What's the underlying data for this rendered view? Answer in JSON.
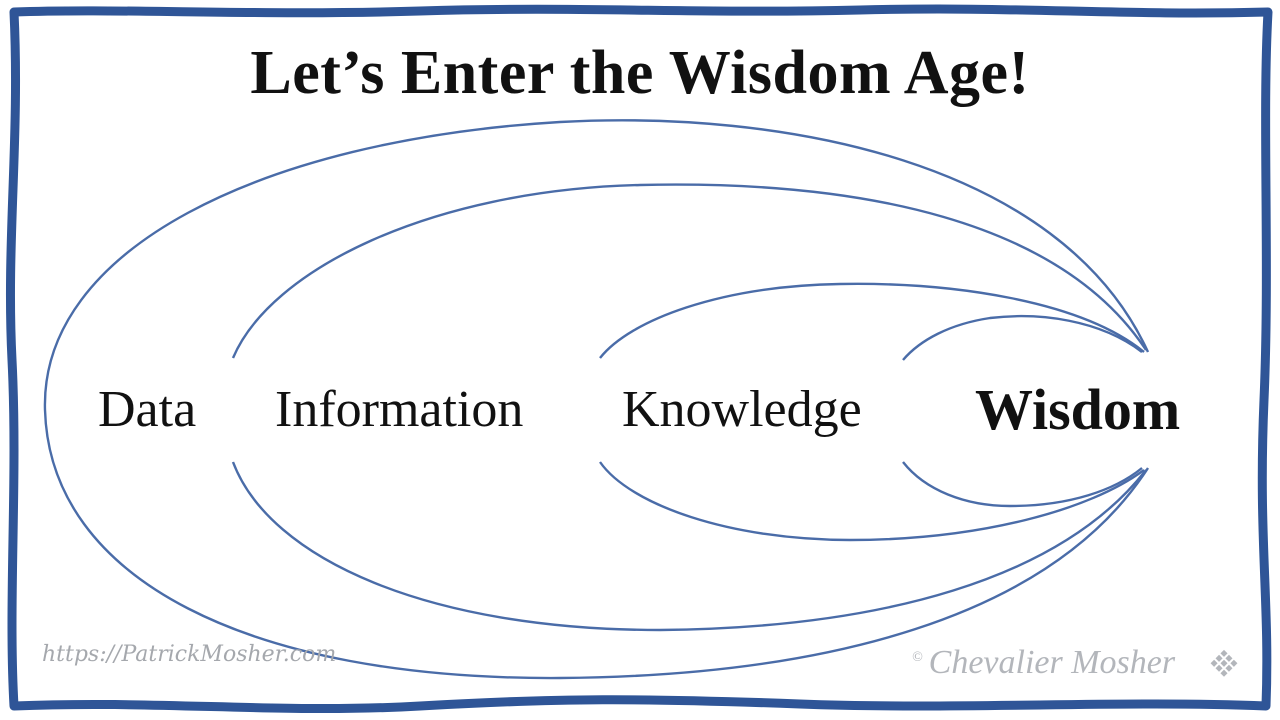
{
  "title": "Let’s Enter the Wisdom Age!",
  "nodes": {
    "data": "Data",
    "information": "Information",
    "knowledge": "Knowledge",
    "wisdom": "Wisdom"
  },
  "footer": {
    "url": "https://PatrickMosher.com",
    "copyright_symbol": "©",
    "author": "Chevalier Mosher"
  },
  "colors": {
    "border": "#2f5597",
    "arcs": "#4a6ca8",
    "text": "#111111",
    "watermark": "#a5a8ad"
  },
  "icons": {
    "logo": "diamond-grid-logo-icon"
  }
}
